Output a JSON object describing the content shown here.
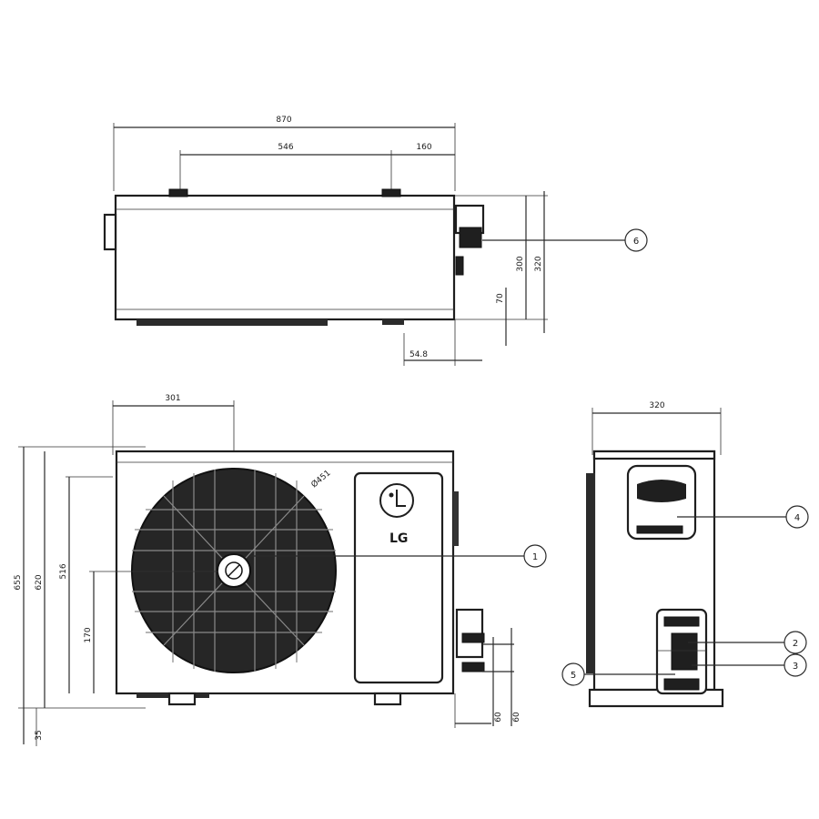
{
  "top_view": {
    "dim_overall_width": "870",
    "dim_mounting_span": "546",
    "dim_right_offset": "160",
    "dim_height_a": "300",
    "dim_height_b": "320",
    "dim_pipe_height": "70",
    "dim_pipe_offset": "54.8",
    "callout_6": "6"
  },
  "front_view": {
    "dim_fan_offset": "301",
    "dim_total_height": "655",
    "dim_body_height": "620",
    "dim_mount_height": "516",
    "dim_lower_height": "170",
    "dim_foot": "35",
    "dim_side_a": "60",
    "dim_side_b": "60",
    "fan_label": "Ø451",
    "logo_text": "LG",
    "callout_1": "1"
  },
  "side_view": {
    "dim_depth": "320",
    "callout_2": "2",
    "callout_3": "3",
    "callout_4": "4",
    "callout_5": "5"
  },
  "colors": {
    "line": "#2a2a2a",
    "fill_dark": "#1f1f1f",
    "background": "#ffffff"
  }
}
